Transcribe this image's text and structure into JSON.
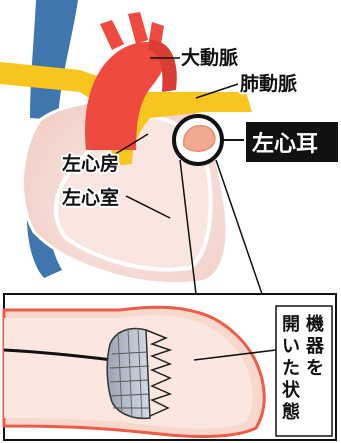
{
  "diagram": {
    "labels": {
      "aorta": "大動脈",
      "pulmonary_artery": "肺動脈",
      "left_atrium": "左心房",
      "left_ventricle": "左心室",
      "left_atrial_appendage": "左心耳"
    },
    "inset_caption_chars": [
      "機",
      "器",
      "を",
      "開",
      "い",
      "た",
      "状",
      "態"
    ],
    "colors": {
      "vein_blue": "#3f76ad",
      "aorta_red": "#ef4a3f",
      "artery_yellow": "#f7c51d",
      "heart_pink": "#f6ddd7",
      "callout_black": "#111111"
    }
  }
}
